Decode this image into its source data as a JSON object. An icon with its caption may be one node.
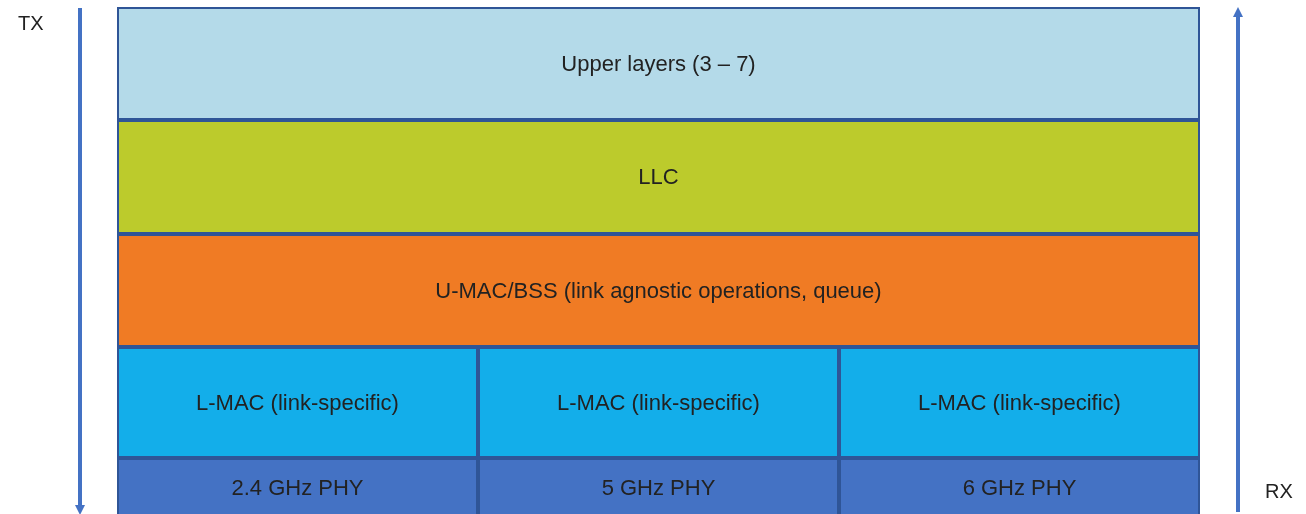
{
  "diagram": {
    "nodes": [
      {
        "text": [
          "Upper layers (3 – 7)"
        ]
      },
      {
        "text": [
          "LLC"
        ]
      },
      {
        "text": [
          "U-MAC/BSS (link agnostic operations, queue)"
        ]
      },
      {
        "text": [
          "L-MAC (link-specific)"
        ]
      },
      {
        "text": [
          "L-MAC (link-specific)"
        ]
      },
      {
        "text": [
          "L-MAC (link-specific)"
        ]
      },
      {
        "text": [
          "2.4 GHz PHY"
        ]
      },
      {
        "text": [
          "5 GHz PHY"
        ]
      },
      {
        "text": [
          "6 GHz PHY"
        ]
      }
    ],
    "labels": [
      "TX",
      "RX"
    ]
  }
}
